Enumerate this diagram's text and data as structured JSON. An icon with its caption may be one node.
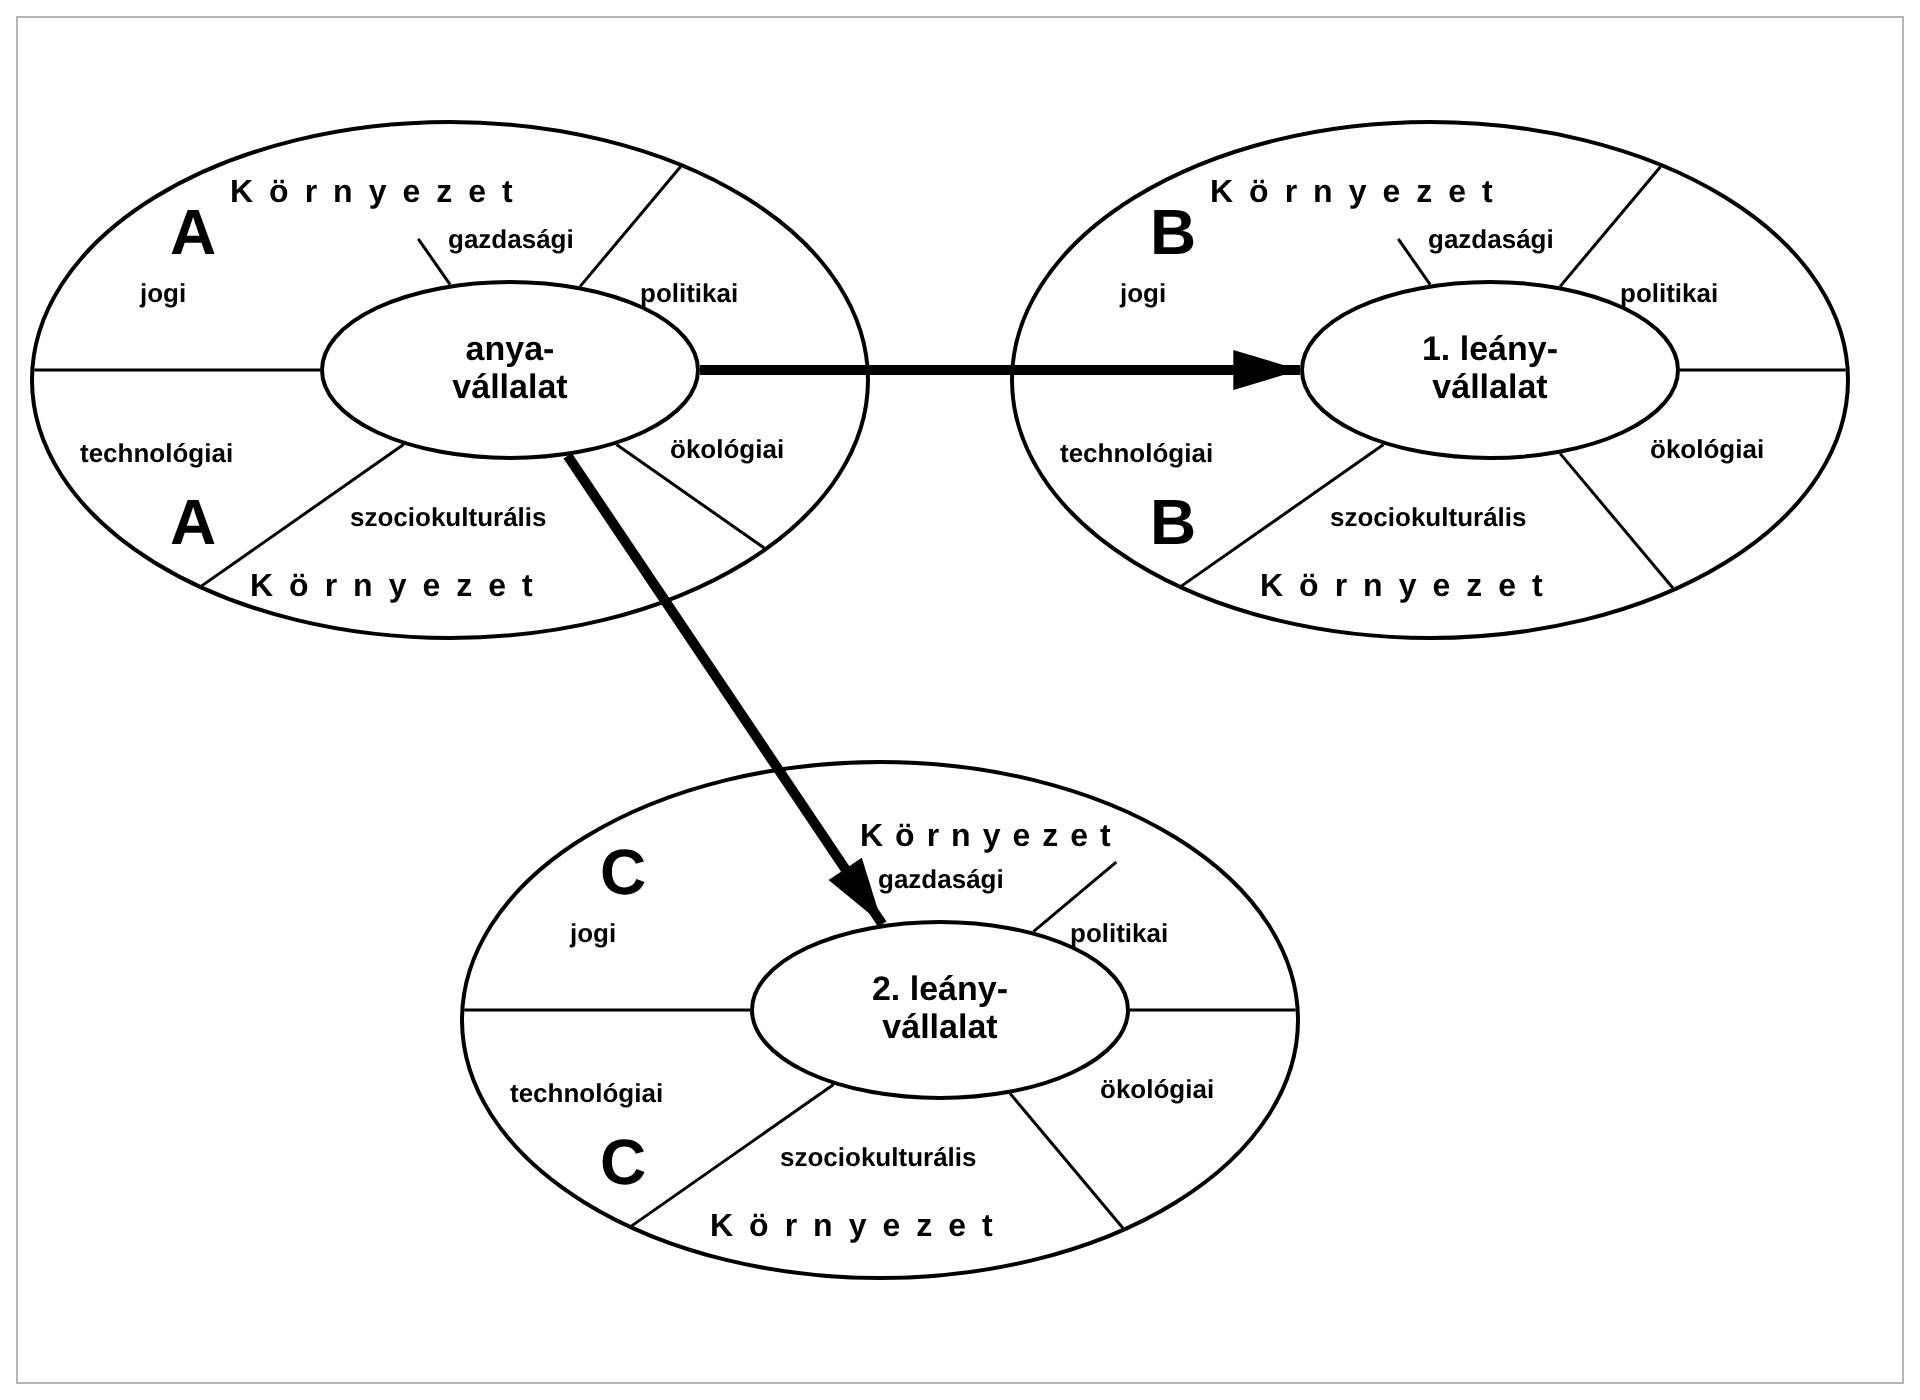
{
  "diagram": {
    "nodes": [
      {
        "text": [
          "A",
          "Környezet",
          "gazdasági",
          "jogi",
          "politikai",
          "technológiai",
          "ökológiai",
          "szociokulturális",
          "A",
          "Környezet"
        ]
      },
      {
        "text": [
          "anya- vállalat"
        ],
        "in": 0
      },
      {
        "text": [
          "B",
          "Környezet",
          "gazdasági",
          "jogi",
          "politikai",
          "technológiai",
          "ökológiai",
          "szociokulturális",
          "B",
          "Környezet"
        ]
      },
      {
        "text": [
          "1. leány- vállalat"
        ],
        "in": 2
      },
      {
        "text": [
          "C",
          "Környezet",
          "gazdasági",
          "jogi",
          "politikai",
          "technológiai",
          "ökológiai",
          "szociokulturális",
          "C",
          "Környezet"
        ]
      },
      {
        "text": [
          "2. leány- vállalat"
        ],
        "in": 4
      }
    ],
    "edges": [
      {
        "from": 1,
        "to": 3,
        "arrow": "to"
      },
      {
        "from": 1,
        "to": 5,
        "arrow": "to"
      }
    ]
  }
}
